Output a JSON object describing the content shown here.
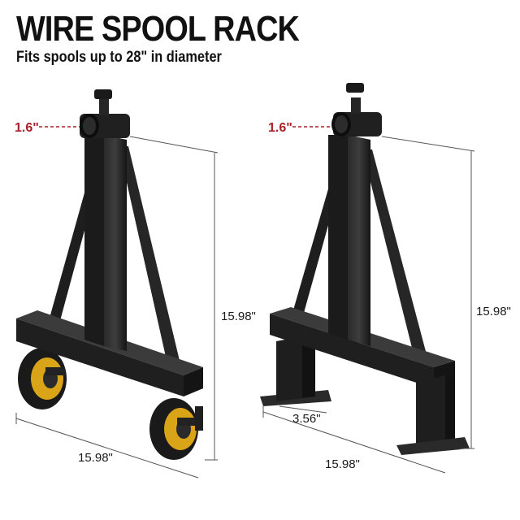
{
  "header": {
    "title": "WIRE SPOOL RACK",
    "subtitle": "Fits spools up to 28\" in diameter"
  },
  "left_rack": {
    "variant": "with-wheels",
    "spindle_diameter": "1.6\"",
    "height": "15.98\"",
    "base_length": "15.98\""
  },
  "right_rack": {
    "variant": "with-feet",
    "spindle_diameter": "1.6\"",
    "height": "15.98\"",
    "base_length": "15.98\"",
    "foot_width": "3.56\""
  },
  "colors": {
    "steel": "#1c1c1c",
    "steel_light": "#3a3a3a",
    "wheel_hub": "#d9a417",
    "dimension_red": "#a8202a",
    "dimension_line": "#444444"
  }
}
